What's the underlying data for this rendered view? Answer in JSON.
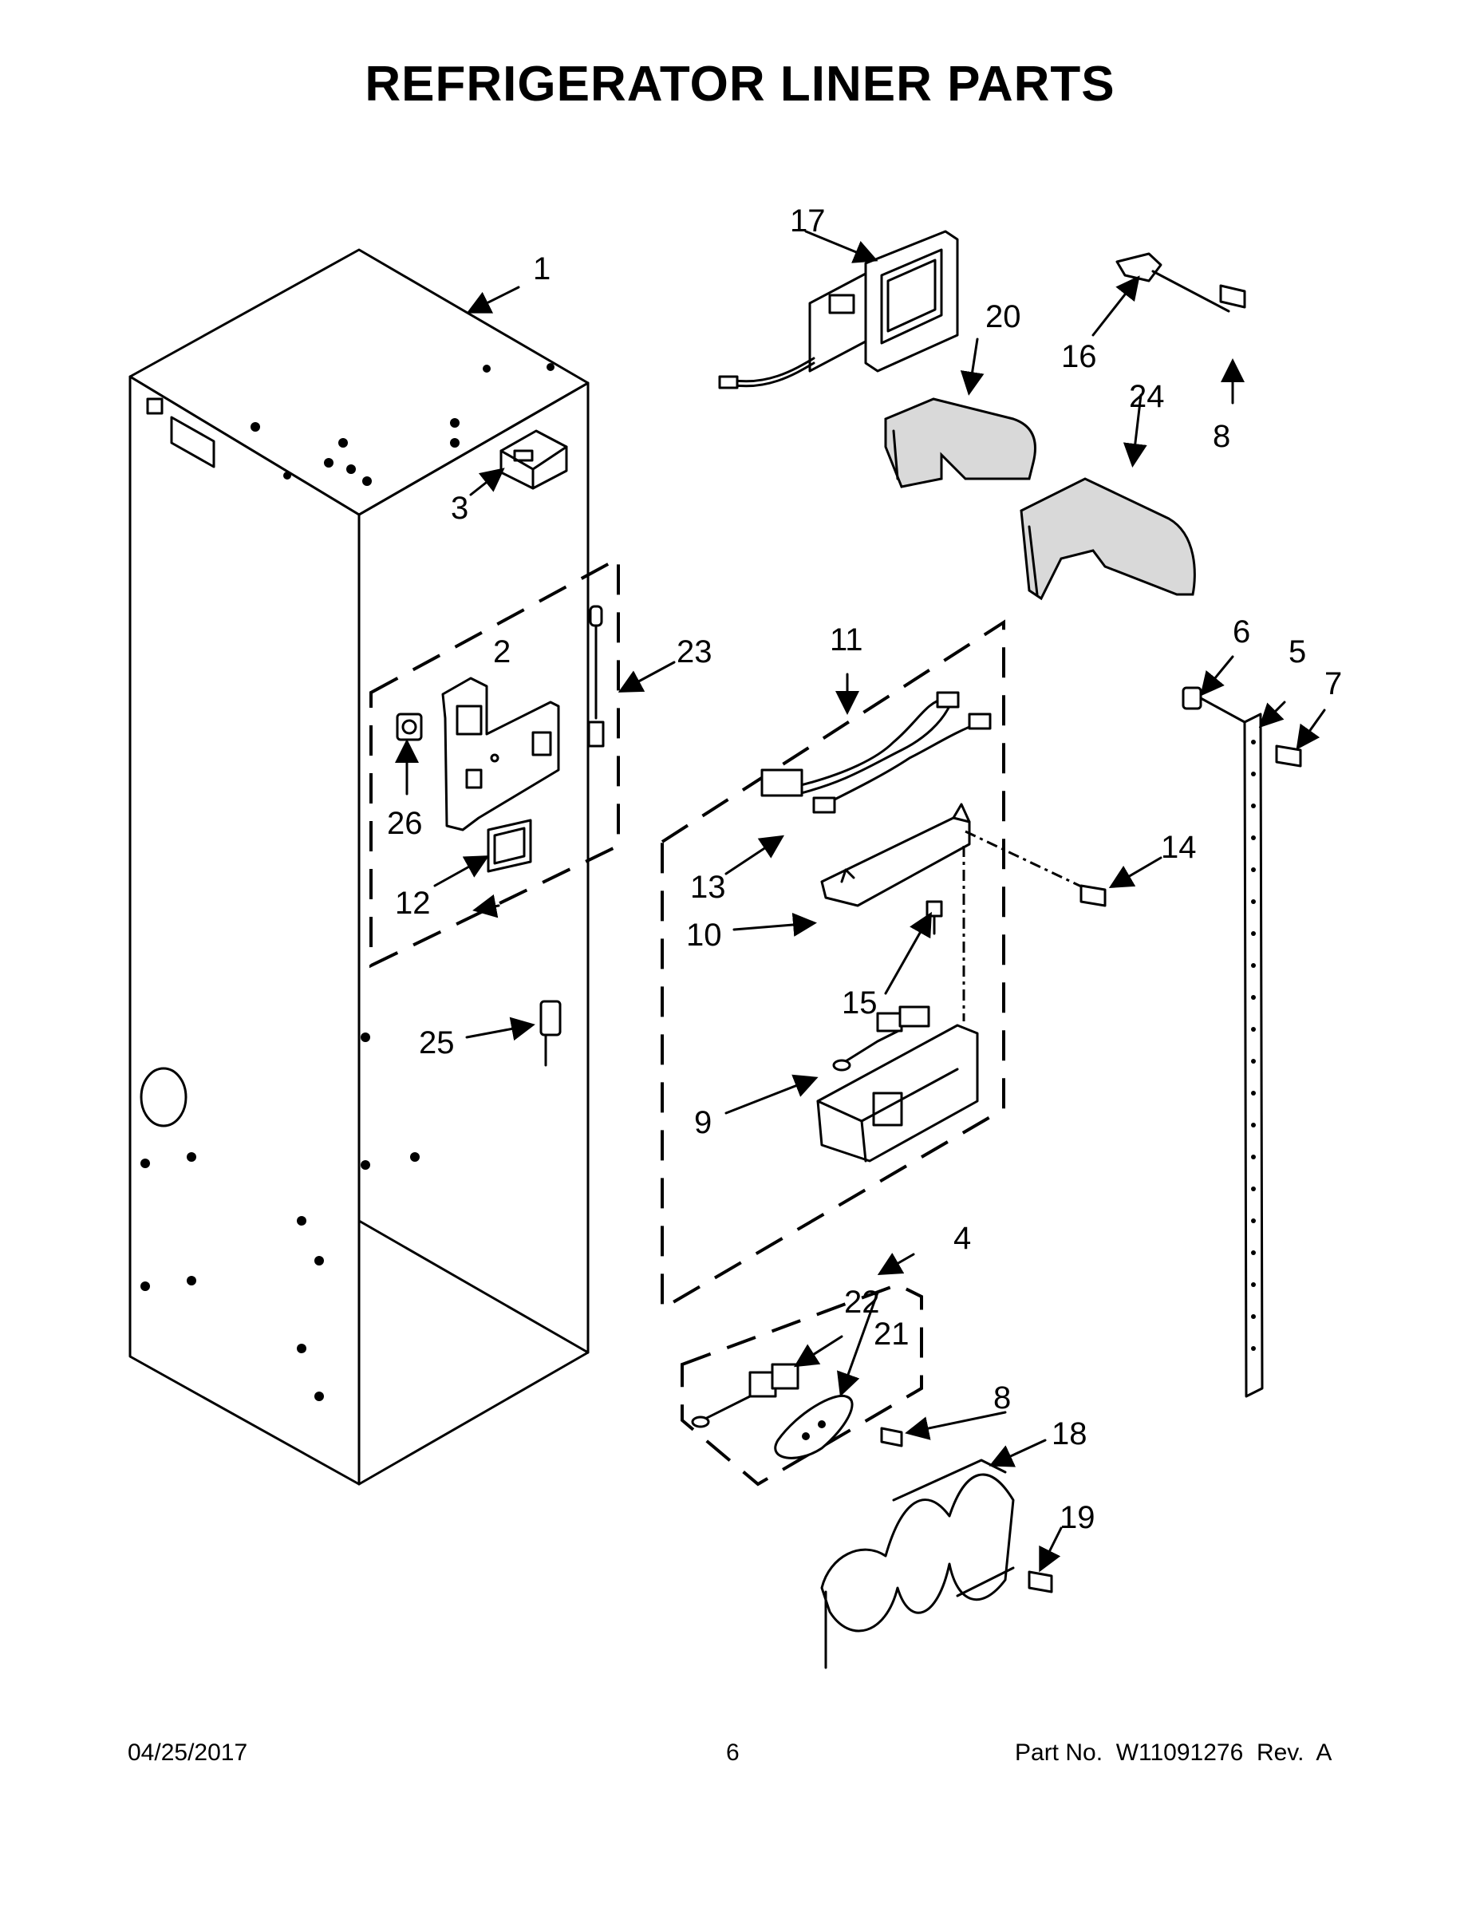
{
  "title": "REFRIGERATOR LINER PARTS",
  "footer": {
    "date": "04/25/2017",
    "page": "6",
    "part_no": "Part No.  W11091276  Rev.  A"
  },
  "callouts": {
    "c1": "1",
    "c2": "2",
    "c3": "3",
    "c4": "4",
    "c5": "5",
    "c6": "6",
    "c7": "7",
    "c8a": "8",
    "c8b": "8",
    "c9": "9",
    "c10": "10",
    "c11": "11",
    "c12": "12",
    "c13": "13",
    "c14": "14",
    "c15": "15",
    "c16": "16",
    "c17": "17",
    "c18": "18",
    "c19": "19",
    "c20": "20",
    "c21": "21",
    "c22": "22",
    "c23": "23",
    "c24": "24",
    "c25": "25",
    "c26": "26"
  }
}
